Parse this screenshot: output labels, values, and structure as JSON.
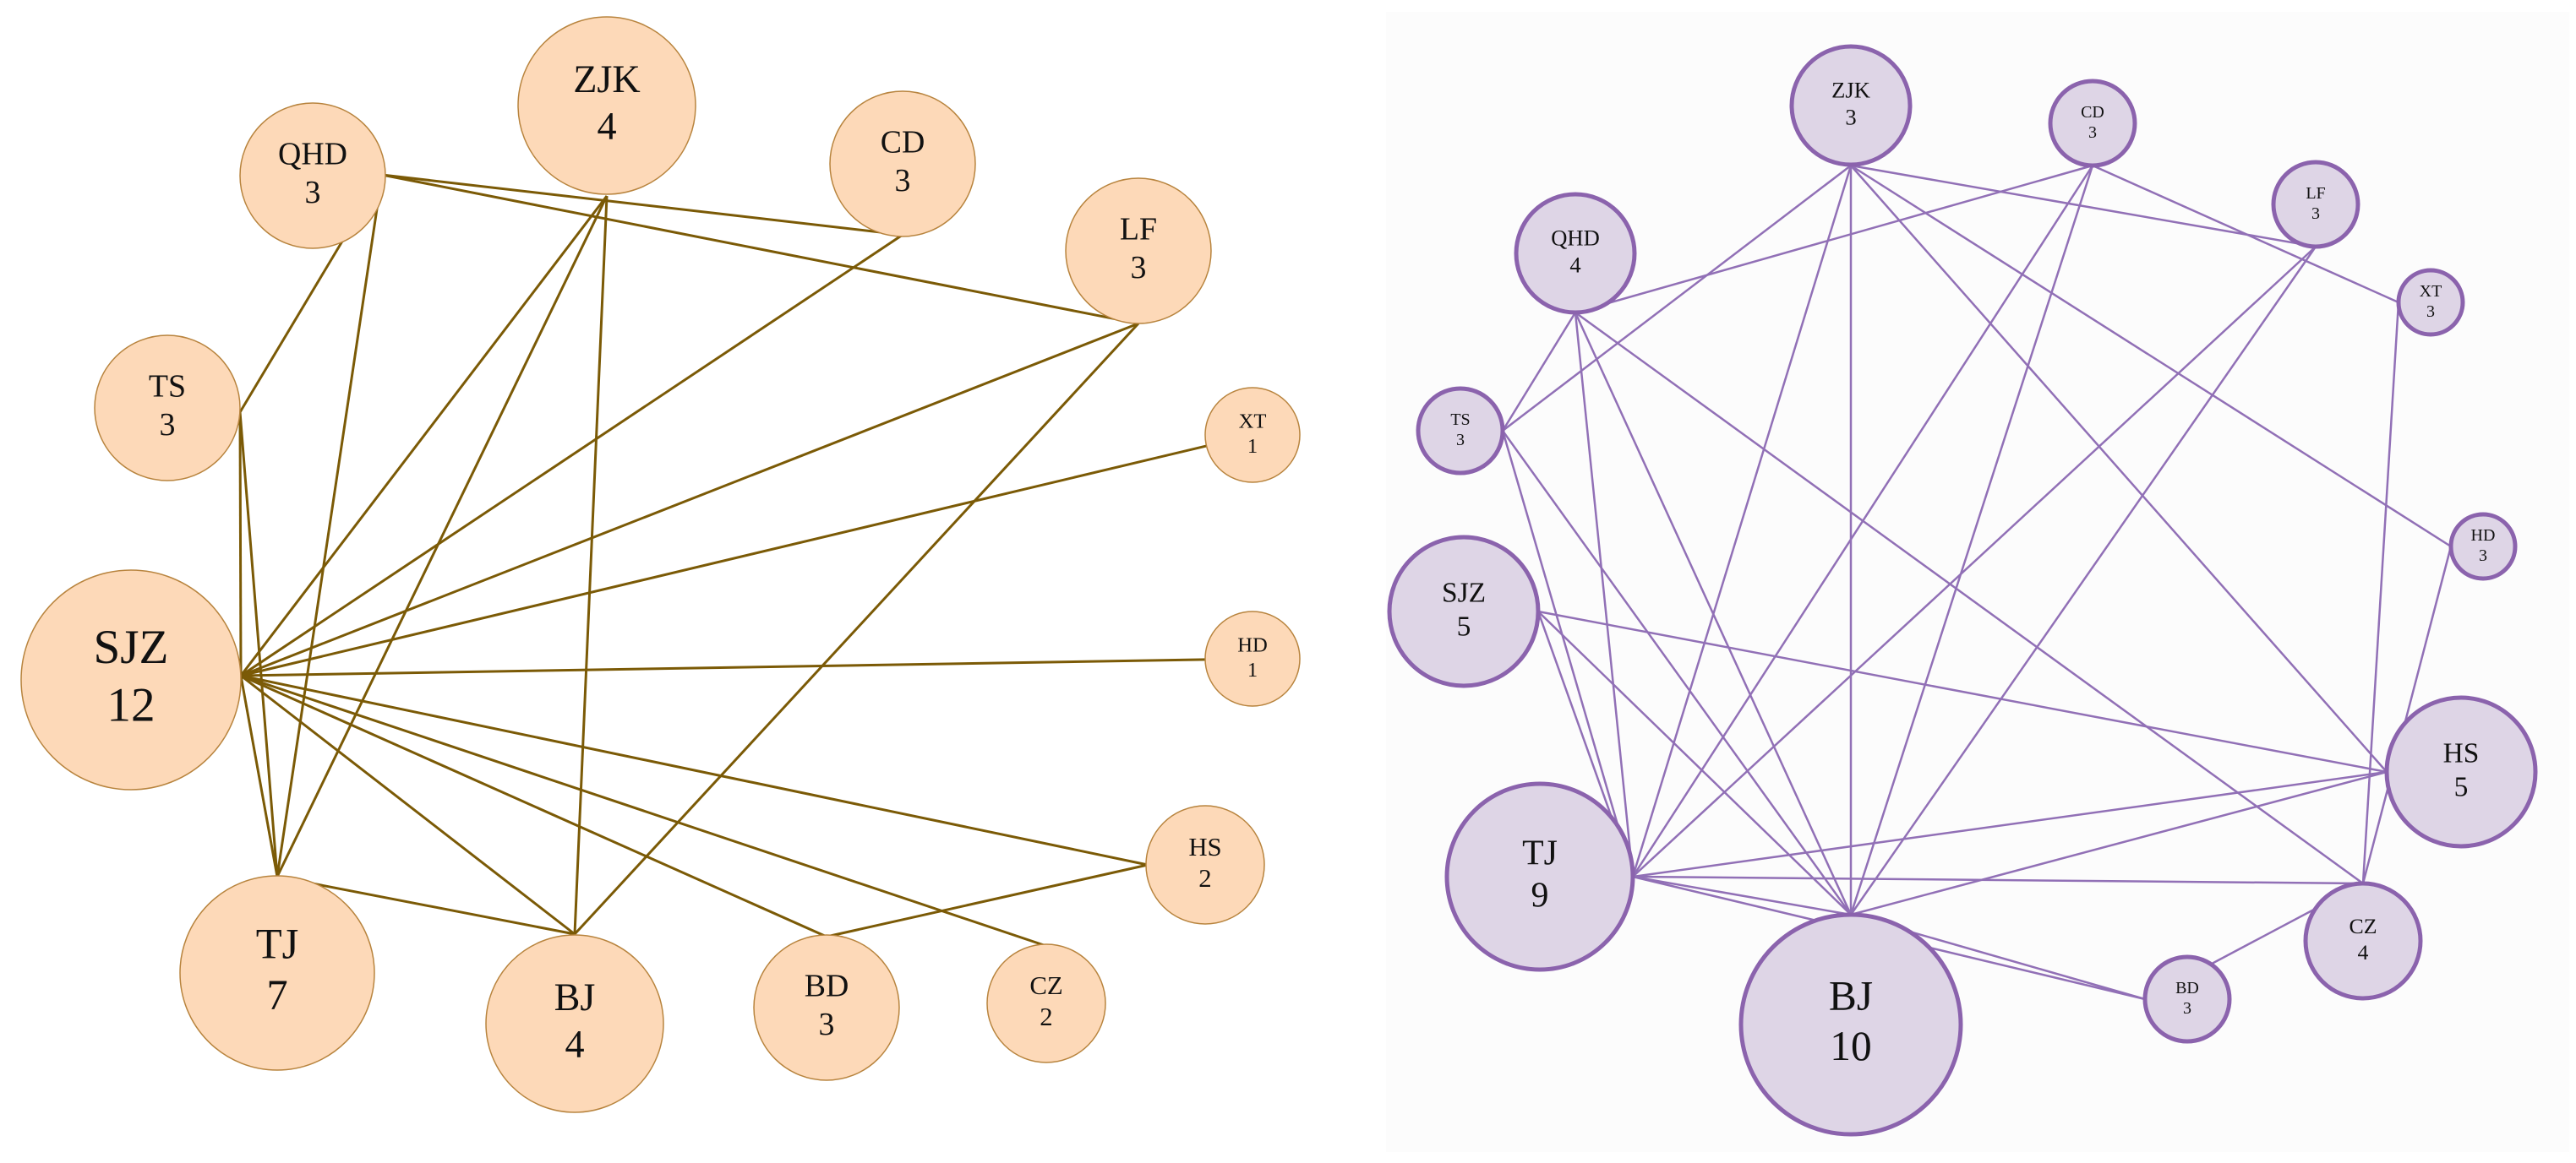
{
  "colors": {
    "left_fill": "#fdd9b8",
    "left_stroke": "#b8843e",
    "left_edge": "#7b5a06",
    "right_fill": "#ded5e6",
    "right_stroke": "#8b63ad",
    "right_edge": "#9170b6",
    "text": "#111111"
  },
  "networks": [
    {
      "id": "left",
      "nodes": [
        {
          "id": "QHD",
          "label": "QHD",
          "value": "3"
        },
        {
          "id": "ZJK",
          "label": "ZJK",
          "value": "4"
        },
        {
          "id": "CD",
          "label": "CD",
          "value": "3"
        },
        {
          "id": "LF",
          "label": "LF",
          "value": "3"
        },
        {
          "id": "TS",
          "label": "TS",
          "value": "3"
        },
        {
          "id": "XT",
          "label": "XT",
          "value": "1"
        },
        {
          "id": "SJZ",
          "label": "SJZ",
          "value": "12"
        },
        {
          "id": "HD",
          "label": "HD",
          "value": "1"
        },
        {
          "id": "HS",
          "label": "HS",
          "value": "2"
        },
        {
          "id": "TJ",
          "label": "TJ",
          "value": "7"
        },
        {
          "id": "BJ",
          "label": "BJ",
          "value": "4"
        },
        {
          "id": "BD",
          "label": "BD",
          "value": "3"
        },
        {
          "id": "CZ",
          "label": "CZ",
          "value": "2"
        }
      ],
      "edges": [
        [
          "QHD",
          "CD"
        ],
        [
          "QHD",
          "TS"
        ],
        [
          "QHD",
          "TJ"
        ],
        [
          "QHD",
          "LF"
        ],
        [
          "TS",
          "SJZ"
        ],
        [
          "TS",
          "TJ"
        ],
        [
          "ZJK",
          "SJZ"
        ],
        [
          "ZJK",
          "TJ"
        ],
        [
          "ZJK",
          "BJ"
        ],
        [
          "CD",
          "SJZ"
        ],
        [
          "LF",
          "SJZ"
        ],
        [
          "LF",
          "BJ"
        ],
        [
          "XT",
          "SJZ"
        ],
        [
          "HD",
          "SJZ"
        ],
        [
          "SJZ",
          "HS"
        ],
        [
          "SJZ",
          "TJ"
        ],
        [
          "SJZ",
          "BJ"
        ],
        [
          "SJZ",
          "BD"
        ],
        [
          "SJZ",
          "CZ"
        ],
        [
          "TJ",
          "BJ"
        ],
        [
          "HS",
          "BD"
        ]
      ]
    },
    {
      "id": "right",
      "nodes": [
        {
          "id": "ZJK",
          "label": "ZJK",
          "value": "3"
        },
        {
          "id": "CD",
          "label": "CD",
          "value": "3"
        },
        {
          "id": "LF",
          "label": "LF",
          "value": "3"
        },
        {
          "id": "QHD",
          "label": "QHD",
          "value": "4"
        },
        {
          "id": "XT",
          "label": "XT",
          "value": "3"
        },
        {
          "id": "TS",
          "label": "TS",
          "value": "3"
        },
        {
          "id": "HD",
          "label": "HD",
          "value": "3"
        },
        {
          "id": "SJZ",
          "label": "SJZ",
          "value": "5"
        },
        {
          "id": "HS",
          "label": "HS",
          "value": "5"
        },
        {
          "id": "TJ",
          "label": "TJ",
          "value": "9"
        },
        {
          "id": "CZ",
          "label": "CZ",
          "value": "4"
        },
        {
          "id": "BD",
          "label": "BD",
          "value": "3"
        },
        {
          "id": "BJ",
          "label": "BJ",
          "value": "10"
        }
      ],
      "edges": [
        [
          "ZJK",
          "TS"
        ],
        [
          "ZJK",
          "BJ"
        ],
        [
          "ZJK",
          "TJ"
        ],
        [
          "ZJK",
          "HD"
        ],
        [
          "ZJK",
          "HS"
        ],
        [
          "ZJK",
          "LF"
        ],
        [
          "CD",
          "QHD"
        ],
        [
          "CD",
          "TJ"
        ],
        [
          "CD",
          "BJ"
        ],
        [
          "LF",
          "TJ"
        ],
        [
          "LF",
          "BJ"
        ],
        [
          "QHD",
          "TS"
        ],
        [
          "QHD",
          "TJ"
        ],
        [
          "QHD",
          "BJ"
        ],
        [
          "QHD",
          "CZ"
        ],
        [
          "XT",
          "CZ"
        ],
        [
          "XT",
          "CD"
        ],
        [
          "TS",
          "TJ"
        ],
        [
          "TS",
          "BJ"
        ],
        [
          "HD",
          "CZ"
        ],
        [
          "SJZ",
          "TJ"
        ],
        [
          "SJZ",
          "BJ"
        ],
        [
          "SJZ",
          "HS"
        ],
        [
          "HS",
          "TJ"
        ],
        [
          "HS",
          "BJ"
        ],
        [
          "TJ",
          "CZ"
        ],
        [
          "TJ",
          "BD"
        ],
        [
          "TJ",
          "BJ"
        ],
        [
          "BJ",
          "BD"
        ],
        [
          "BD",
          "CZ"
        ]
      ]
    }
  ]
}
